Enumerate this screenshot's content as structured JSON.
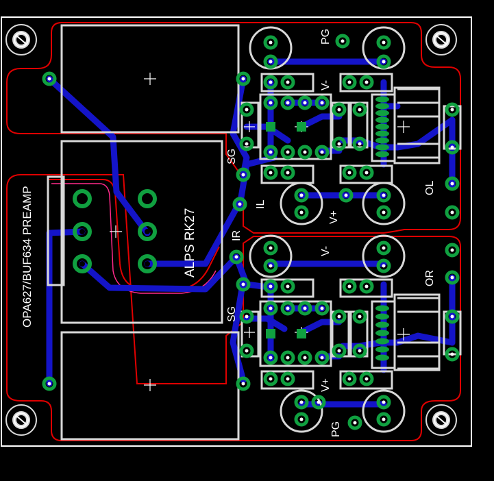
{
  "colors": {
    "background": "#000000",
    "board_outline": "#ffffff",
    "silkscreen": "#d8d8d8",
    "trace": "#1010c0",
    "pad": "#10a040",
    "via_ring": "#20b050",
    "keepout": "#e00000",
    "hole": "#ffffff"
  },
  "title": "OPA627/BUF634 PREAMP",
  "pot_label": "ALPS RK27",
  "labels": {
    "pg_top": "PG",
    "vminus_top": "V-",
    "sg_top": "SG",
    "il": "IL",
    "ol": "OL",
    "vplus_top": "V+",
    "ir": "IR",
    "vminus_bottom": "V-",
    "or": "OR",
    "sg_bottom": "SG",
    "vplus_bottom": "V+",
    "pg_bottom": "PG"
  },
  "icons": {
    "mounting_hole": "mounting-hole-icon",
    "via": "via-icon",
    "pad": "pad-icon"
  }
}
